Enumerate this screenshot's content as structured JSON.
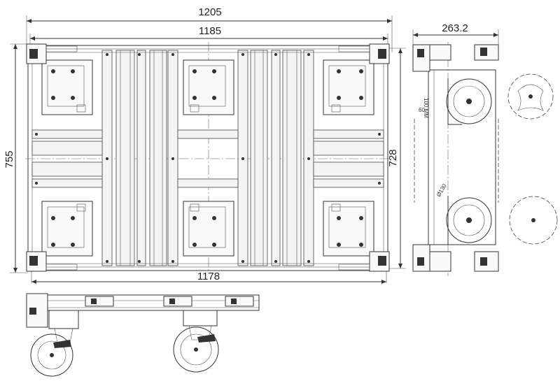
{
  "dimensions": {
    "overall_width": "1205",
    "frame_width": "1185",
    "bottom_width": "1178",
    "overall_depth": "755",
    "frame_depth": "728",
    "side_width": "263.2"
  },
  "side_labels": {
    "caster_height": "60",
    "wheel_diameter": "Ø130",
    "marking": "100 MM"
  }
}
